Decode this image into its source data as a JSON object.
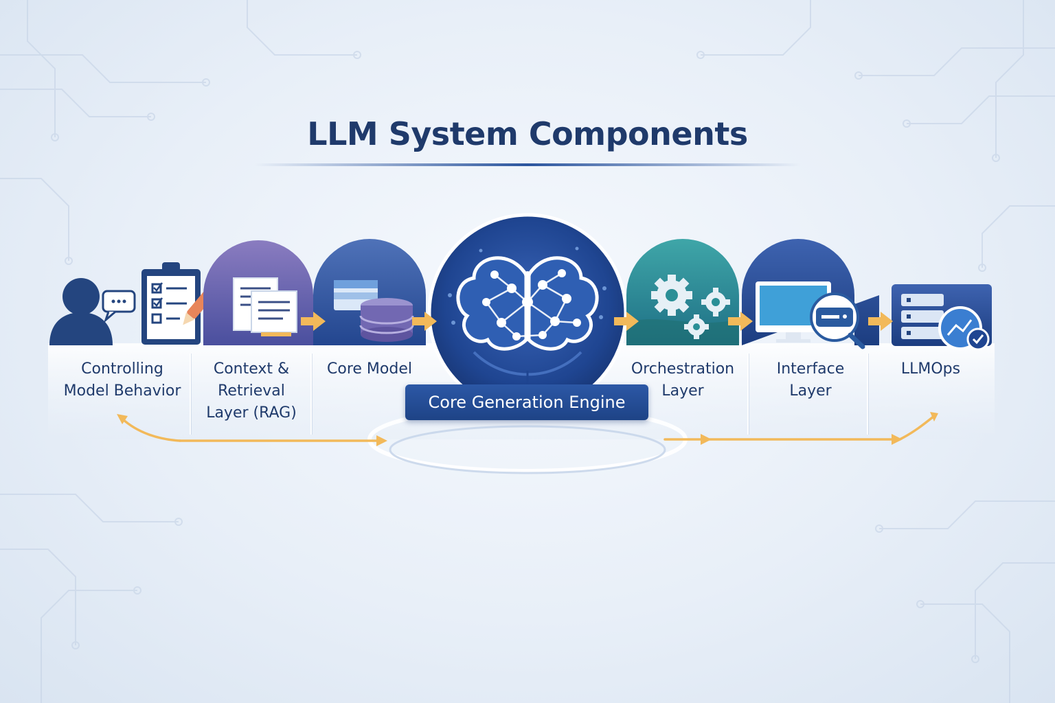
{
  "title": "LLM System Components",
  "center_badge": "Core Generation Engine",
  "components": [
    {
      "label": "Controlling\nModel Behavior",
      "icon": "user-checklist-icon"
    },
    {
      "label": "Context &\nRetrieval\nLayer (RAG)",
      "icon": "documents-icon"
    },
    {
      "label": "Core Model",
      "icon": "database-icon"
    },
    {
      "label": "Orchestration\nLayer",
      "icon": "gears-icon"
    },
    {
      "label": "Interface\nLayer",
      "icon": "monitor-chat-icon"
    },
    {
      "label": "LLMOps",
      "icon": "server-monitoring-icon"
    }
  ],
  "colors": {
    "navy": "#1f3a6b",
    "brand_blue": "#2b559e",
    "teal": "#2a8f96",
    "arrow_gold": "#f2b95a"
  }
}
